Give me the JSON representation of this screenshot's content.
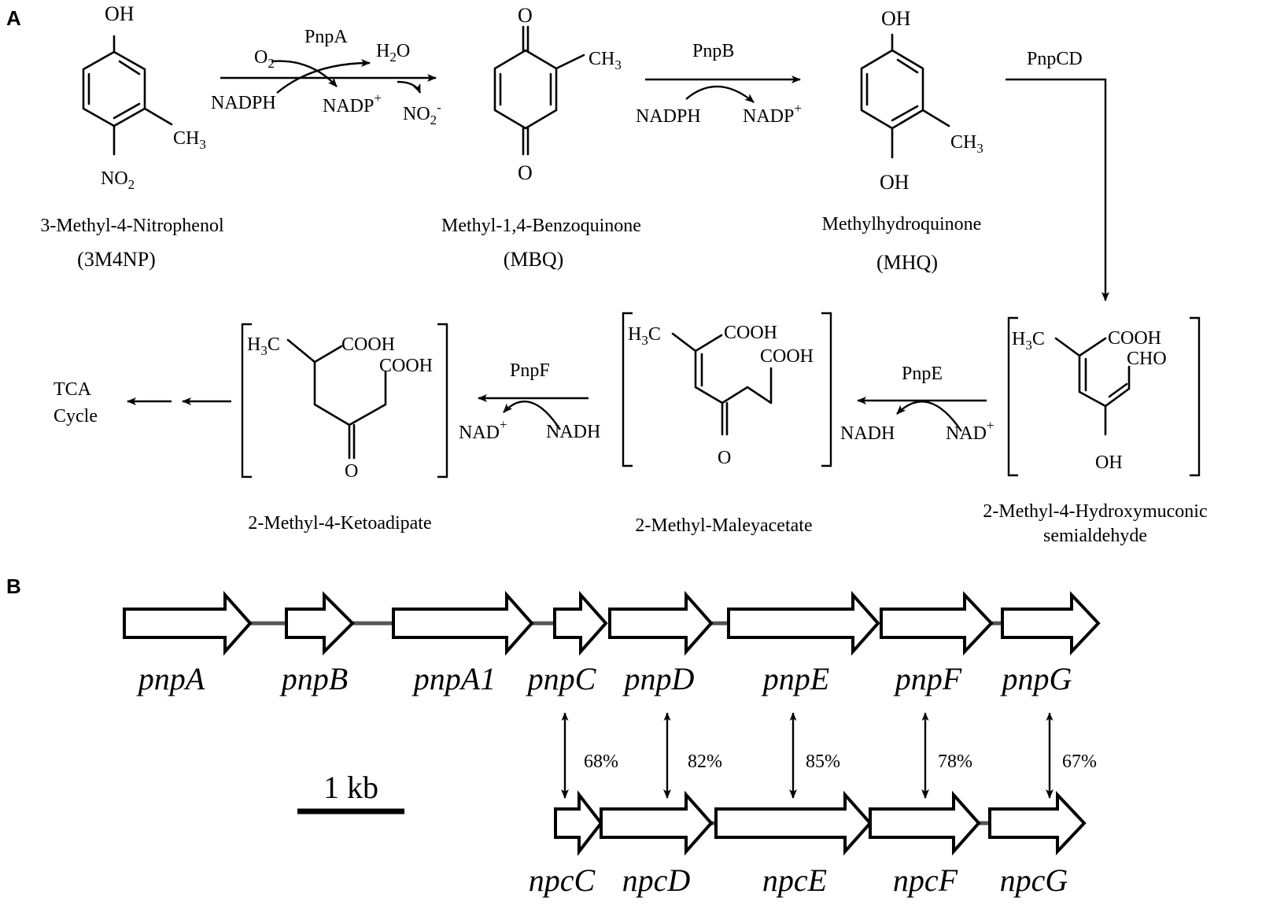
{
  "panels": {
    "a": "A",
    "b": "B"
  },
  "compounds": {
    "c3m4np": {
      "name": "3-Methyl-4-Nitrophenol",
      "abbr": "(3M4NP)"
    },
    "mbq": {
      "name": "Methyl-1,4-Benzoquinone",
      "abbr": "(MBQ)"
    },
    "mhq": {
      "name": "Methylhydroquinone",
      "abbr": "(MHQ)"
    },
    "hms": {
      "name_line1": "2-Methyl-4-Hydroxymuconic",
      "name_line2": "semialdehyde"
    },
    "mma": {
      "name": "2-Methyl-Maleyacetate"
    },
    "mka": {
      "name": "2-Methyl-4-Ketoadipate"
    },
    "tca": {
      "line1": "TCA",
      "line2": "Cycle"
    }
  },
  "groups": {
    "oh": "OH",
    "o": "O",
    "ch3": "CH",
    "h3c": "H",
    "c": "C",
    "no": "NO",
    "cooh": "COOH",
    "cho": "CHO",
    "sub2": "2",
    "sub3": "3"
  },
  "reactions": {
    "pnpA": {
      "enzyme": "PnpA",
      "o2": "O",
      "h2o_h": "H",
      "h2o_o": "O",
      "nadph": "NADPH",
      "nadp": "NADP",
      "no2": "NO",
      "plus": "+",
      "minus": "-"
    },
    "pnpB": {
      "enzyme": "PnpB",
      "nadph": "NADPH",
      "nadp": "NADP",
      "plus": "+"
    },
    "pnpCD": {
      "enzyme": "PnpCD"
    },
    "pnpE": {
      "enzyme": "PnpE",
      "nadh": "NADH",
      "nad": "NAD",
      "plus": "+"
    },
    "pnpF": {
      "enzyme": "PnpF",
      "nadh": "NADH",
      "nad": "NAD",
      "plus": "+"
    }
  },
  "genes_top": [
    "pnpA",
    "pnpB",
    "pnpA1",
    "pnpC",
    "pnpD",
    "pnpE",
    "pnpF",
    "pnpG"
  ],
  "genes_bottom": [
    "npcC",
    "npcD",
    "npcE",
    "npcF",
    "npcG"
  ],
  "identities": [
    "68%",
    "82%",
    "85%",
    "78%",
    "67%"
  ],
  "scale_bar": "1 kb"
}
